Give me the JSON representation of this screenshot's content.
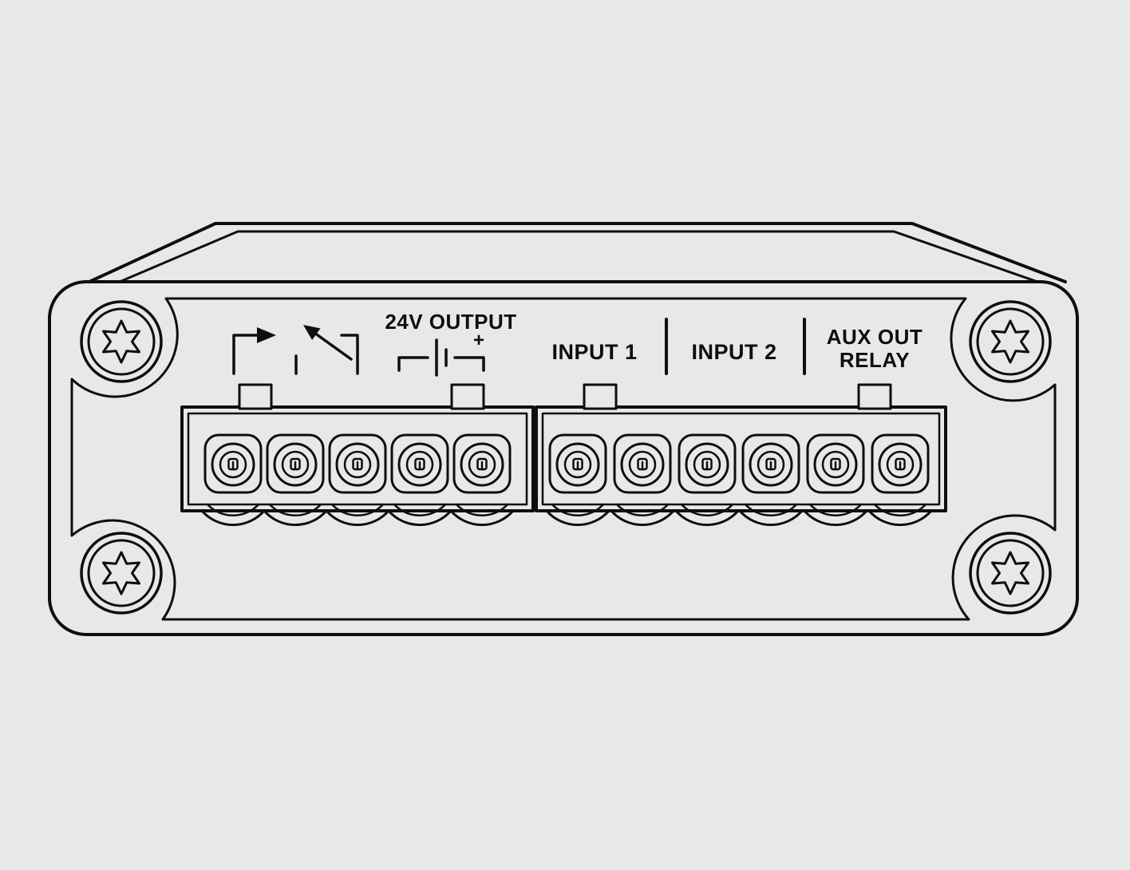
{
  "panel": {
    "background_color": "#e8e8e8",
    "line_color": "#0e0e0e",
    "labels": {
      "output": "24V OUTPUT",
      "battery_plus": "+",
      "input1": "INPUT 1",
      "input2": "INPUT 2",
      "aux_out_line1": "AUX OUT",
      "aux_out_line2": "RELAY"
    },
    "terminal_blocks": {
      "left_terminal_count": 5,
      "right_terminal_count": 6
    },
    "screw_count": 4
  }
}
